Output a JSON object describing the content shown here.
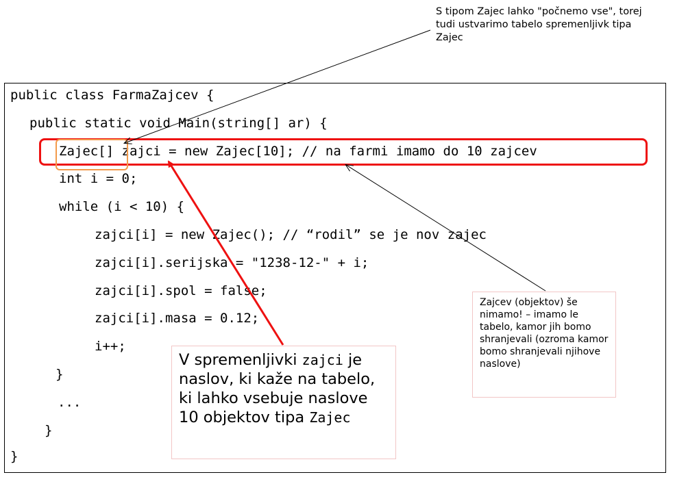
{
  "code": {
    "lines": [
      "public class FarmaZajcev {",
      "public static void Main(string[] ar) {",
      "Zajec[] zajci = new Zajec[10]; // na farmi imamo do 10 zajcev",
      "int i = 0;",
      "while (i < 10) {",
      "zajci[i] = new Zajec(); // “rodil” se je nov zajec",
      "zajci[i].serijska = \"1238-12-\" + i;",
      "zajci[i].spol = false;",
      "zajci[i].masa = 0.12;",
      "i++;",
      "}",
      "...",
      "}",
      "}"
    ]
  },
  "notes": {
    "top": "S tipom Zajec lahko \"počnemo vse\", torej tudi ustvarimo tabelo spremenljivk tipa Zajec",
    "right": "Zajcev (objektov) še nimamo! – imamo le tabelo, kamor jih bomo shranjevali (ozroma kamor bomo shranjevali njihove naslove)",
    "big": {
      "part1": "V spremenljivki ",
      "code1": "zajci",
      "part2": " je naslov, ki kaže na tabelo, ki lahko vsebuje naslove 10 objektov tipa ",
      "code2": "Zajec"
    }
  },
  "colors": {
    "highlight_line": "#ee1111",
    "highlight_type": "#f39a4a",
    "arrow_red": "#ee1111",
    "arrow_black": "#000000"
  }
}
